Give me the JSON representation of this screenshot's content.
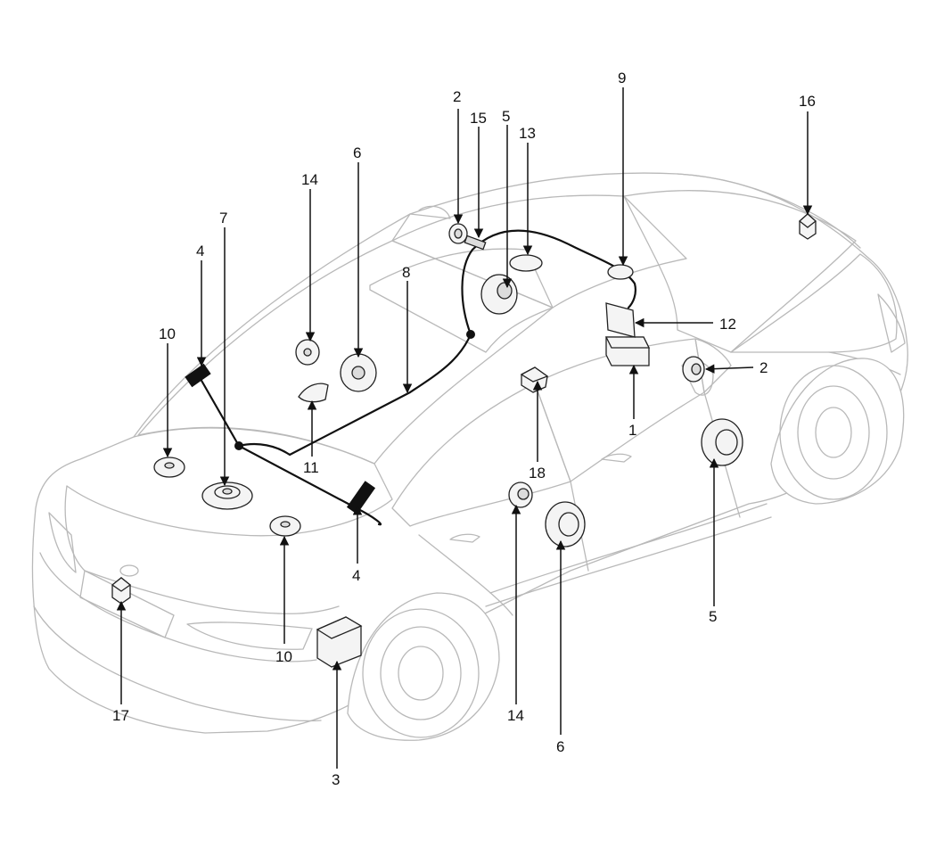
{
  "callouts": {
    "c1": "1",
    "c2a": "2",
    "c2b": "2",
    "c3": "3",
    "c4a": "4",
    "c4b": "4",
    "c5a": "5",
    "c5b": "5",
    "c6a": "6",
    "c6b": "6",
    "c7": "7",
    "c8": "8",
    "c9": "9",
    "c10a": "10",
    "c10b": "10",
    "c11": "11",
    "c12": "12",
    "c13": "13",
    "c14a": "14",
    "c14b": "14",
    "c15": "15",
    "c16": "16",
    "c17": "17",
    "c18": "18"
  },
  "colors": {
    "outline": "#b9b9b9",
    "ink": "#111111",
    "background": "#ffffff"
  }
}
